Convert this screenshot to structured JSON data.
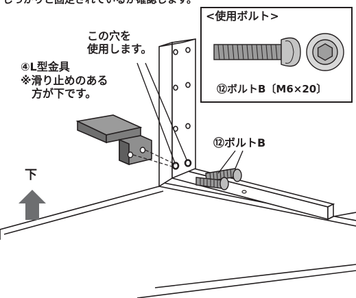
{
  "header": {
    "cropped_text": "しっかりと固定されているか確認します。"
  },
  "hole_callout": "この穴を\n使用します。",
  "bracket_callout": {
    "name": "④L型金具",
    "note": "※滑り止めのある\n　方が下です。"
  },
  "inset": {
    "title": "<使用ボルト>",
    "caption": "⑫ボルトB〔M6×20〕"
  },
  "bolt_callout": "⑫ボルトB",
  "direction": {
    "label": "下",
    "arrow_icon": "up-arrow-icon"
  },
  "colors": {
    "line": "#231f20",
    "bracket_fill": "#8c8c8c",
    "bracket_shadow": "#5f5f5f",
    "bolt_fill": "#9a9a9a",
    "arrow_fill": "#6d6e70",
    "bolt_head_fill": "#bdbdbd"
  }
}
